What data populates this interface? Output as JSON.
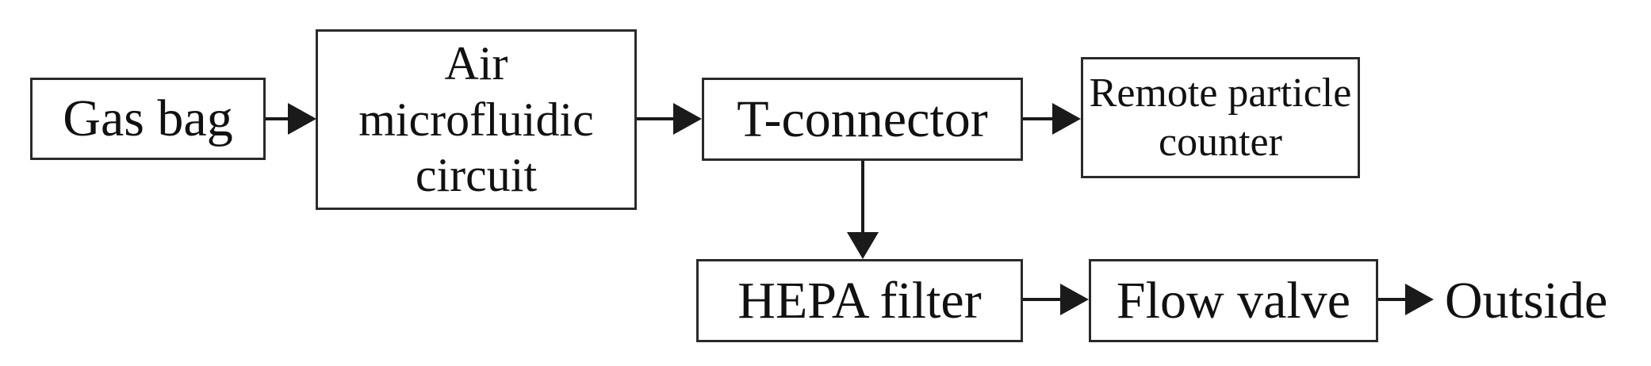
{
  "diagram": {
    "type": "flowchart",
    "background_color": "#ffffff",
    "line_color": "#1a1a1a",
    "box_border_color": "#2a2a2a",
    "text_color": "#111111",
    "nodes": {
      "gas_bag": {
        "lines": [
          "Gas bag"
        ],
        "boxed": true
      },
      "air_circuit": {
        "lines": [
          "Air",
          "microfluidic",
          "circuit"
        ],
        "boxed": true
      },
      "t_connector": {
        "lines": [
          "T-connector"
        ],
        "boxed": true
      },
      "remote_counter": {
        "lines": [
          "Remote particle",
          "counter"
        ],
        "boxed": true
      },
      "hepa_filter": {
        "lines": [
          "HEPA filter"
        ],
        "boxed": true
      },
      "flow_valve": {
        "lines": [
          "Flow valve"
        ],
        "boxed": true
      },
      "outside": {
        "lines": [
          "Outside"
        ],
        "boxed": false
      }
    },
    "connections": [
      {
        "from": "Gas bag",
        "to": "Air microfluidic circuit",
        "direction": "right"
      },
      {
        "from": "Air microfluidic circuit",
        "to": "T-connector",
        "direction": "right"
      },
      {
        "from": "T-connector",
        "to": "Remote particle counter",
        "direction": "right"
      },
      {
        "from": "T-connector",
        "to": "HEPA filter",
        "direction": "down"
      },
      {
        "from": "HEPA filter",
        "to": "Flow valve",
        "direction": "right"
      },
      {
        "from": "Flow valve",
        "to": "Outside",
        "direction": "right"
      }
    ]
  }
}
